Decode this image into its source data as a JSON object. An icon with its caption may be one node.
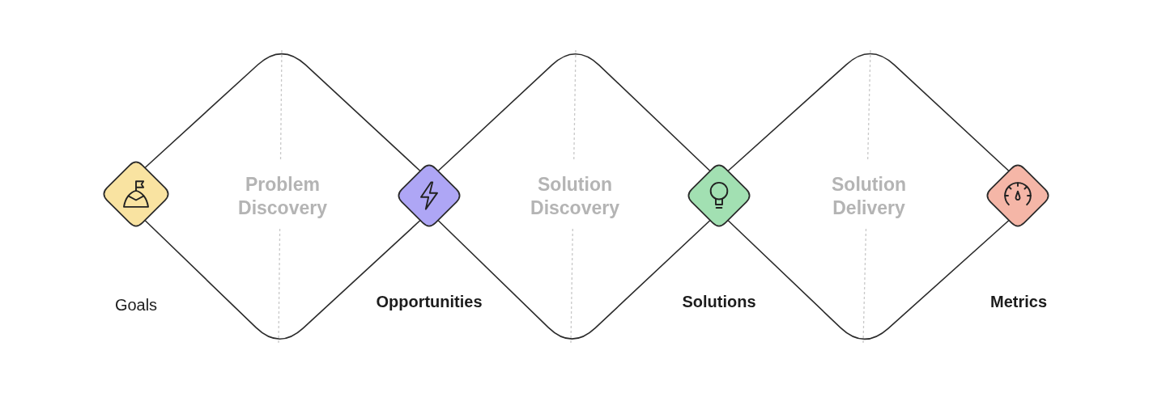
{
  "diagram": {
    "nodes": [
      {
        "text": [],
        "shape": "diamond"
      },
      {
        "text": [],
        "shape": "diamond"
      },
      {
        "text": [],
        "shape": "diamond"
      },
      {
        "text": [],
        "shape": "diamond"
      }
    ],
    "edges": [
      {
        "from": 0,
        "to": 1,
        "arrow": "none"
      },
      {
        "from": 0,
        "to": 1,
        "arrow": "none"
      },
      {
        "from": 1,
        "to": 2,
        "arrow": "none"
      },
      {
        "from": 1,
        "to": 2,
        "arrow": "none"
      },
      {
        "from": 2,
        "to": 3,
        "arrow": "none"
      },
      {
        "from": 2,
        "to": 3,
        "arrow": "none"
      }
    ],
    "labels": [
      "Problem Discovery",
      "Solution Discovery",
      "Solution Delivery",
      "Goals",
      "Opportunities",
      "Solutions",
      "Metrics"
    ]
  }
}
